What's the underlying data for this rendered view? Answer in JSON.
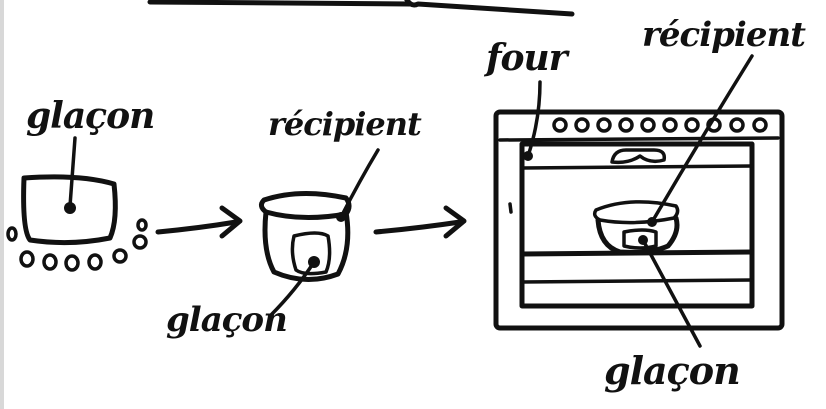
{
  "labels": {
    "ice_cube_1": "glaçon",
    "container_1": "récipient",
    "ice_cube_2": "glaçon",
    "oven": "four",
    "container_2": "récipient",
    "ice_cube_3": "glaçon"
  },
  "colors": {
    "ink": "#111111",
    "paper": "#ffffff"
  }
}
